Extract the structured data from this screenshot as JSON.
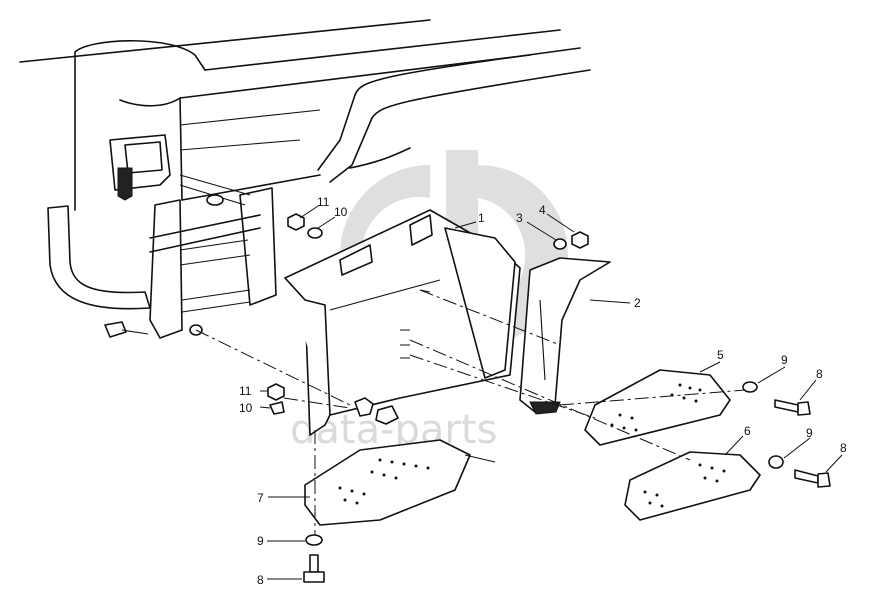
{
  "watermark": {
    "text": "data-parts"
  },
  "callouts": [
    {
      "id": "c1",
      "label": "1"
    },
    {
      "id": "c2",
      "label": "2"
    },
    {
      "id": "c3",
      "label": "3"
    },
    {
      "id": "c4",
      "label": "4"
    },
    {
      "id": "c5",
      "label": "5"
    },
    {
      "id": "c6",
      "label": "6"
    },
    {
      "id": "c7",
      "label": "7"
    },
    {
      "id": "c8a",
      "label": "8"
    },
    {
      "id": "c8b",
      "label": "8"
    },
    {
      "id": "c8c",
      "label": "8"
    },
    {
      "id": "c9a",
      "label": "9"
    },
    {
      "id": "c9b",
      "label": "9"
    },
    {
      "id": "c9c",
      "label": "9"
    },
    {
      "id": "c10a",
      "label": "10"
    },
    {
      "id": "c10b",
      "label": "10"
    },
    {
      "id": "c11a",
      "label": "11"
    },
    {
      "id": "c11b",
      "label": "11"
    }
  ]
}
